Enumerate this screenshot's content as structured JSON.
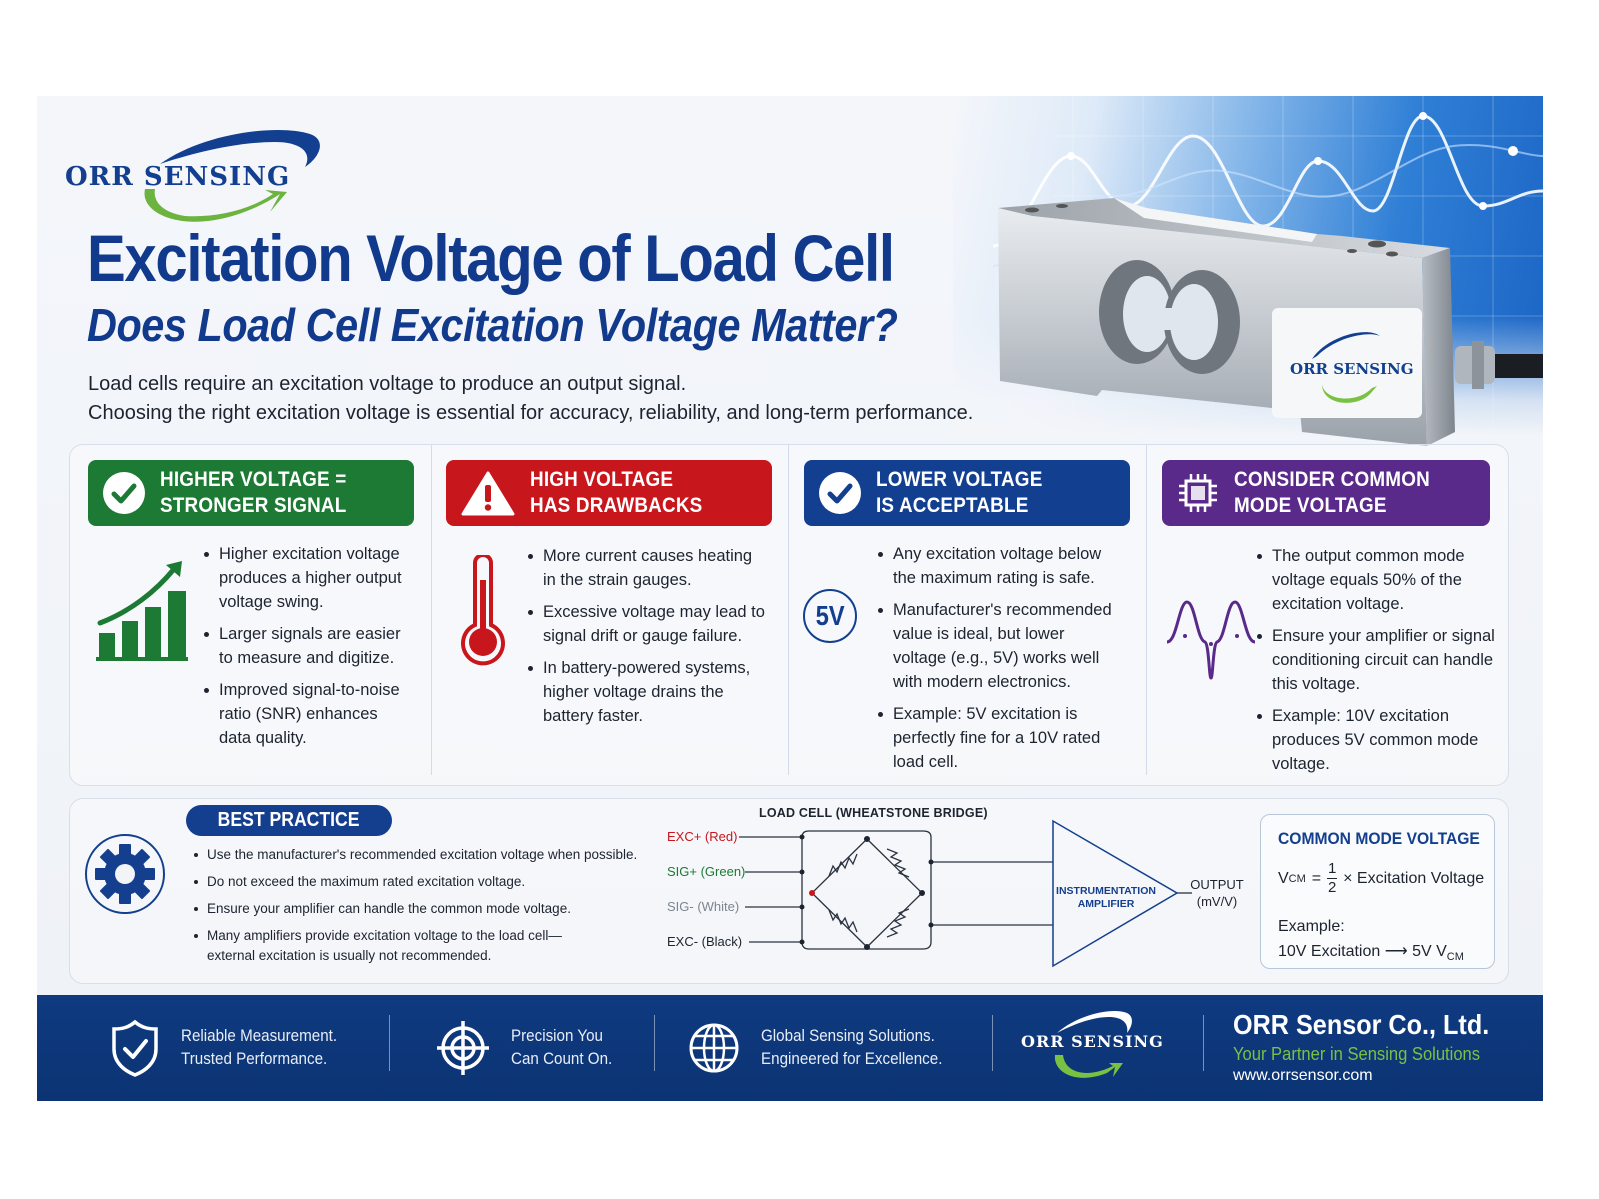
{
  "brand": {
    "logo_text": "ORR SENSING",
    "colors": {
      "navy": "#113a8c",
      "green": "#1d7a34",
      "red": "#c8161d",
      "blue": "#123f8f",
      "purple": "#5a2a8a",
      "lime": "#79c142"
    }
  },
  "header": {
    "title": "Excitation Voltage of Load Cell",
    "subtitle": "Does Load Cell Excitation Voltage Matter?",
    "intro_line_1": "Load cells require an excitation voltage to produce an output signal.",
    "intro_line_2": "Choosing the right excitation voltage is essential for accuracy, reliability, and long-term performance."
  },
  "hero": {
    "product_label": "ORR SENSING",
    "icon": "load-cell-image"
  },
  "cards": [
    {
      "title": "HIGHER VOLTAGE =\nSTRONGER SIGNAL",
      "icon": "check-circle-icon",
      "art": "rising-bar-chart-icon",
      "color": "#1d7a34",
      "bullets": [
        "Higher excitation voltage produces a higher output voltage swing.",
        "Larger signals are easier to measure and digitize.",
        "Improved signal-to-noise ratio (SNR) enhances data quality."
      ]
    },
    {
      "title": "HIGH VOLTAGE\nHAS DRAWBACKS",
      "icon": "warning-triangle-icon",
      "art": "thermometer-icon",
      "color": "#c8161d",
      "bullets": [
        "More current causes heating in the strain gauges.",
        "Excessive voltage may lead to signal drift or gauge failure.",
        "In battery-powered systems, higher voltage drains the battery faster."
      ]
    },
    {
      "title": "LOWER VOLTAGE\nIS ACCEPTABLE",
      "icon": "check-circle-icon",
      "art": "5v-badge-icon",
      "art_text": "5V",
      "color": "#123f8f",
      "bullets": [
        "Any excitation voltage below the maximum rating is safe.",
        "Manufacturer's recommended value is ideal, but lower voltage (e.g., 5V) works well with modern electronics.",
        "Example: 5V excitation is perfectly fine for a 10V rated load cell."
      ]
    },
    {
      "title": "CONSIDER COMMON\nMODE VOLTAGE",
      "icon": "chip-icon",
      "art": "waveform-icon",
      "color": "#5a2a8a",
      "bullets": [
        "The output common mode voltage equals 50% of the excitation voltage.",
        "Ensure your amplifier or signal conditioning circuit can handle this voltage.",
        "Example: 10V excitation produces 5V common mode voltage."
      ]
    }
  ],
  "best_practice": {
    "label": "BEST PRACTICE",
    "icon": "gear-icon",
    "items": [
      "Use the manufacturer's recommended excitation voltage when possible.",
      "Do not exceed the maximum rated excitation voltage.",
      "Ensure your amplifier can handle the common mode voltage.",
      "Many amplifiers provide excitation voltage to the load cell—",
      "external excitation is usually not recommended."
    ]
  },
  "diagram": {
    "title": "LOAD CELL (WHEATSTONE BRIDGE)",
    "wires": [
      {
        "label": "EXC+ (Red)",
        "color": "#c8161d"
      },
      {
        "label": "SIG+ (Green)",
        "color": "#1d7a34"
      },
      {
        "label": "SIG- (White)",
        "color": "#7d8590"
      },
      {
        "label": "EXC- (Black)",
        "color": "#1d2430"
      }
    ],
    "amplifier_line_1": "INSTRUMENTATION",
    "amplifier_line_2": "AMPLIFIER",
    "output_line_1": "OUTPUT",
    "output_line_2": "(mV/V)"
  },
  "common_mode_box": {
    "title": "COMMON MODE VOLTAGE",
    "formula_lhs": "V",
    "formula_lhs_sub": "CM",
    "formula_eq": "=",
    "frac_num": "1",
    "frac_den": "2",
    "formula_rhs": "× Excitation Voltage",
    "example_label": "Example:",
    "example_text": "10V Excitation ⟶ 5V V",
    "example_sub": "CM"
  },
  "footer": {
    "items": [
      {
        "icon": "shield-check-icon",
        "text": "Reliable Measurement.\nTrusted Performance."
      },
      {
        "icon": "crosshair-target-icon",
        "text": "Precision You\nCan Count On."
      },
      {
        "icon": "globe-icon",
        "text": "Global Sensing Solutions.\nEngineered for Excellence."
      }
    ],
    "logo_text": "ORR SENSING",
    "company": "ORR Sensor Co., Ltd.",
    "tagline": "Your Partner in Sensing Solutions",
    "url": "www.orrsensor.com"
  }
}
